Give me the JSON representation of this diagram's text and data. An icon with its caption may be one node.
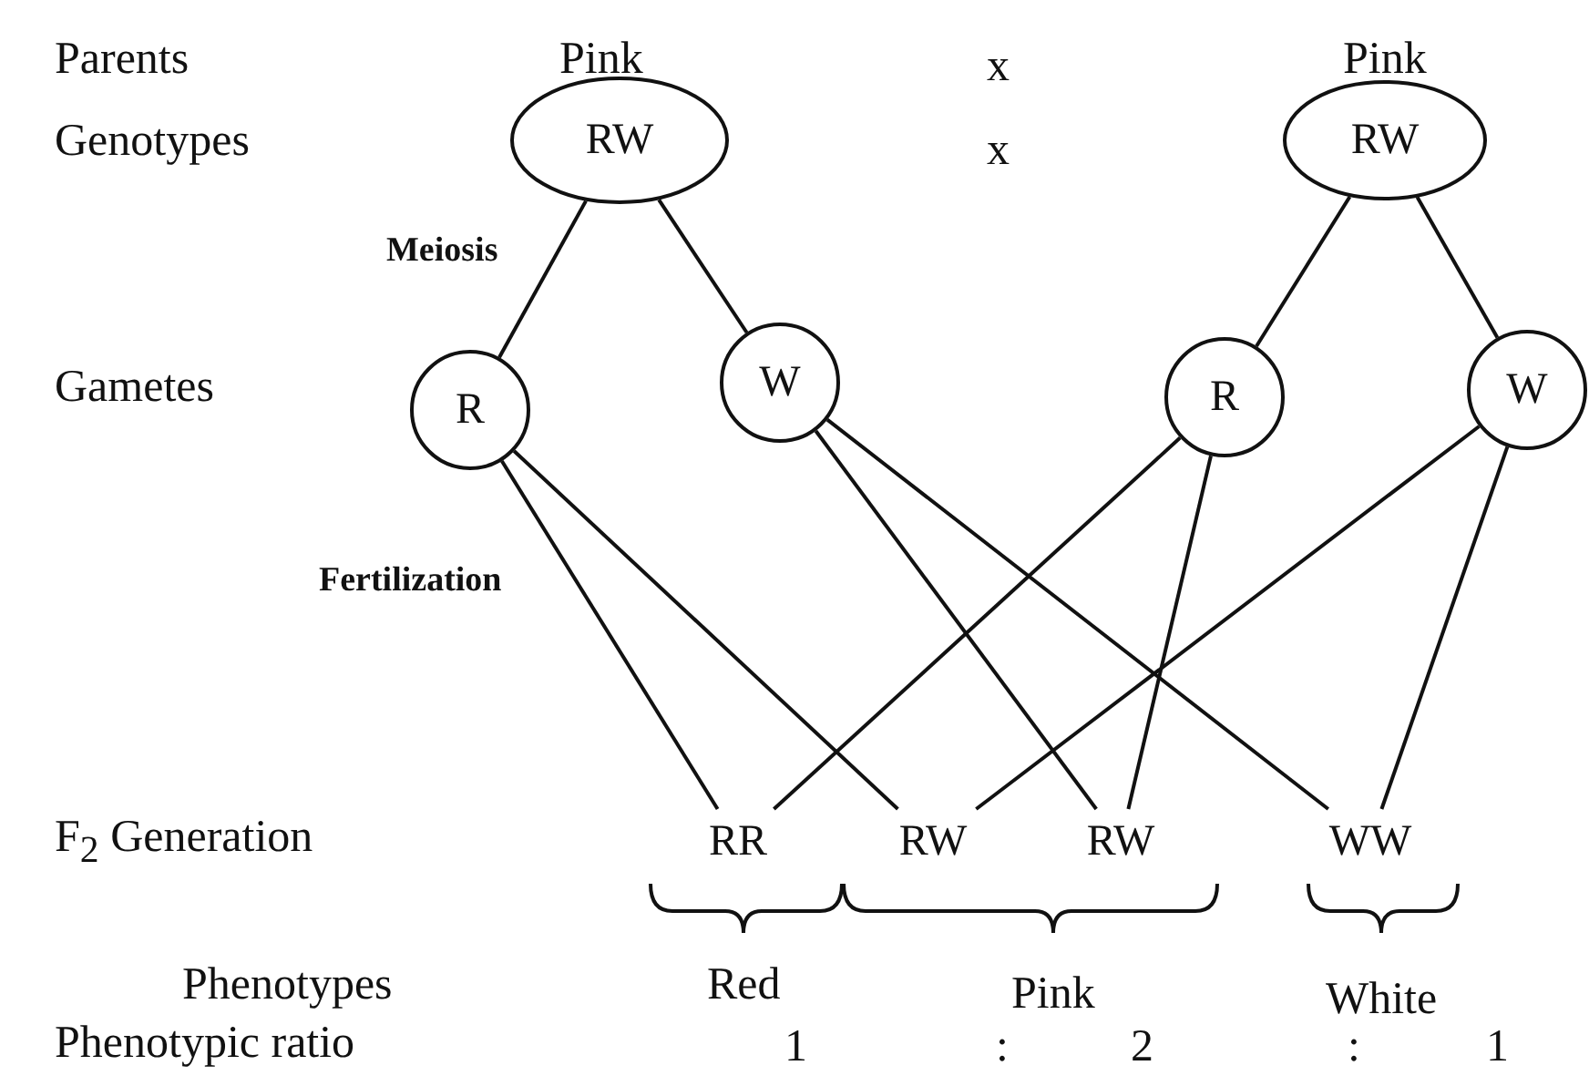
{
  "diagram": {
    "nodes": [
      {
        "text": [
          "RW"
        ]
      },
      {
        "text": [
          "RW"
        ]
      },
      {
        "text": [
          "R"
        ]
      },
      {
        "text": [
          "W"
        ]
      },
      {
        "text": [
          "R"
        ]
      },
      {
        "text": [
          "W"
        ]
      },
      {
        "text": [
          "RR"
        ]
      },
      {
        "text": [
          "RW"
        ]
      },
      {
        "text": [
          "RW"
        ]
      },
      {
        "text": [
          "WW"
        ]
      }
    ],
    "edges": [
      {
        "from": 0,
        "to": 2,
        "arrow": "none"
      },
      {
        "from": 0,
        "to": 3,
        "arrow": "none"
      },
      {
        "from": 1,
        "to": 4,
        "arrow": "none"
      },
      {
        "from": 1,
        "to": 5,
        "arrow": "none"
      },
      {
        "from": 2,
        "to": 6,
        "arrow": "none"
      },
      {
        "from": 4,
        "to": 6,
        "arrow": "none"
      },
      {
        "from": 2,
        "to": 7,
        "arrow": "none"
      },
      {
        "from": 5,
        "to": 7,
        "arrow": "none"
      },
      {
        "from": 3,
        "to": 8,
        "arrow": "none"
      },
      {
        "from": 4,
        "to": 8,
        "arrow": "none"
      },
      {
        "from": 3,
        "to": 9,
        "arrow": "none"
      },
      {
        "from": 5,
        "to": 9,
        "arrow": "none"
      }
    ],
    "labels": [
      "Parents",
      "Pink",
      "x",
      "Pink",
      "Genotypes",
      "x",
      "Meiosis",
      "Gametes",
      "Fertilization",
      "F$_{2}$ Generation",
      "Phenotypes",
      "Red",
      "Pink",
      "White",
      "Phenotypic ratio",
      "1",
      ":",
      "2",
      ":",
      "1"
    ]
  }
}
